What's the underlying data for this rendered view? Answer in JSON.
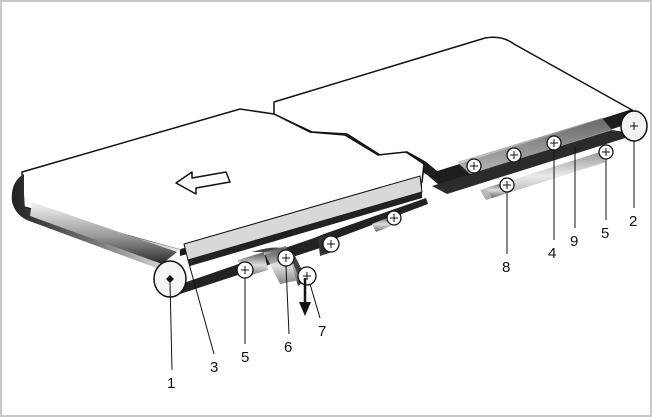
{
  "diagram": {
    "labels": {
      "l1": "1",
      "l2": "2",
      "l3": "3",
      "l4": "4",
      "l5a": "5",
      "l5b": "5",
      "l6": "6",
      "l7": "7",
      "l8": "8",
      "l9": "9"
    },
    "colors": {
      "frame": "#c8c8c8",
      "ink": "#111111",
      "belt_dark": "#333333",
      "belt_light": "#f2f2f2"
    }
  }
}
